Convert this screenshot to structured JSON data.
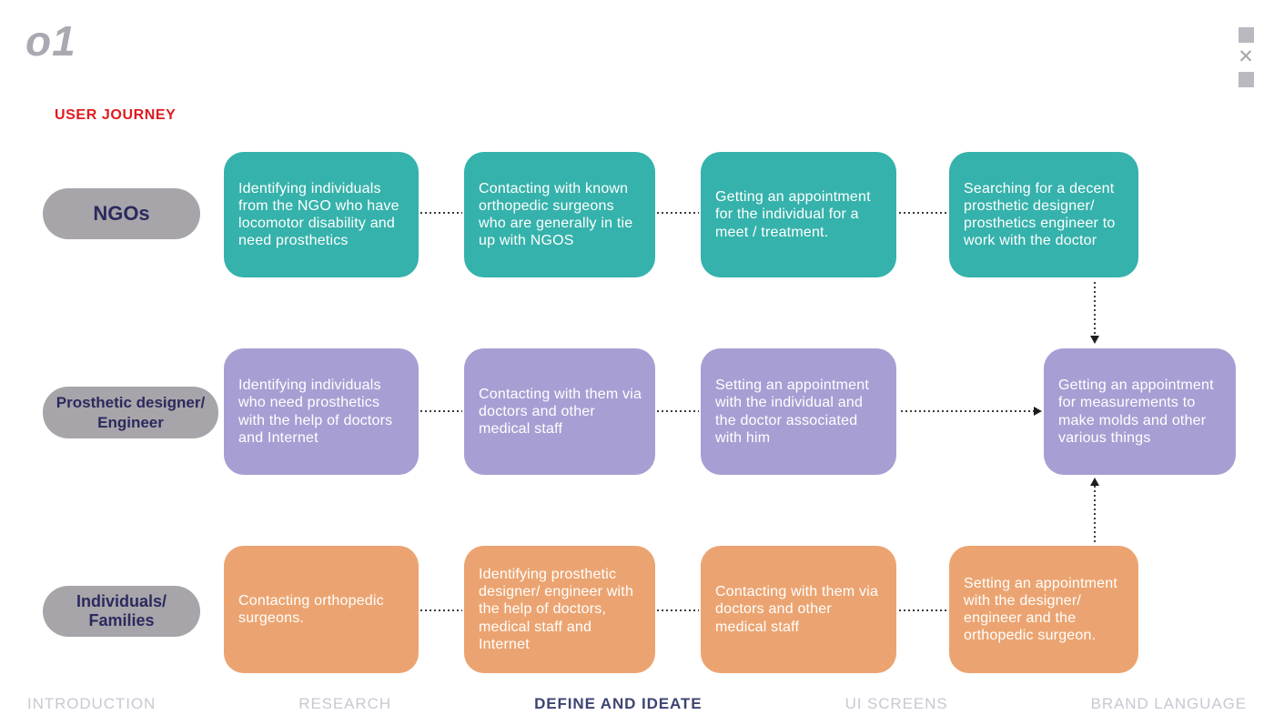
{
  "slide": {
    "page_number": "o1",
    "section_title": "USER JOURNEY"
  },
  "icons": {
    "close": "✕",
    "square": "square-decoration"
  },
  "rows": [
    {
      "label": "NGOs",
      "box_color": "#35b2ab",
      "steps": [
        {
          "text": "Identifying individuals from the NGO who have locomotor disability and need prosthetics"
        },
        {
          "text": "Contacting with known orthopedic surgeons who are generally in tie up with NGOS"
        },
        {
          "text": "Getting an appointment for the individual for a meet / treatment."
        },
        {
          "text": "Searching for a decent prosthetic designer/ prosthetics engineer to work with the doctor"
        }
      ]
    },
    {
      "label": "Prosthetic designer/ Engineer",
      "box_color": "#a79fd3",
      "steps": [
        {
          "text": "Identifying individuals who need prosthetics with the help of doctors and Internet"
        },
        {
          "text": "Contacting with them via doctors and other medical staff"
        },
        {
          "text": "Setting an appointment with the individual and the doctor associated with him"
        },
        {
          "text": "Getting an appointment for measurements to make molds and other various things"
        }
      ]
    },
    {
      "label": "Individuals/ Families",
      "box_color": "#eba471",
      "steps": [
        {
          "text": "Contacting orthopedic surgeons."
        },
        {
          "text": "Identifying prosthetic designer/ engineer with the help of doctors, medical staff and Internet"
        },
        {
          "text": "Contacting with them via doctors and other medical staff"
        },
        {
          "text": "Setting an appointment with the designer/ engineer and the orthopedic surgeon."
        }
      ]
    }
  ],
  "footer": {
    "items": [
      {
        "label": "INTRODUCTION",
        "active": false
      },
      {
        "label": "RESEARCH",
        "active": false
      },
      {
        "label": "DEFINE AND IDEATE",
        "active": true
      },
      {
        "label": "UI SCREENS",
        "active": false
      },
      {
        "label": "BRAND LANGUAGE",
        "active": false
      }
    ]
  },
  "colors": {
    "ngo_box": "#35b2ab",
    "designer_box": "#a79fd3",
    "individual_box": "#eba471",
    "label_box_bg": "#a8a5aa",
    "label_text": "#2b2a5e",
    "title_red": "#e01a1f",
    "nav_inactive": "#c7c9d2",
    "nav_active": "#3d4472",
    "connector": "#3c3c3c"
  }
}
